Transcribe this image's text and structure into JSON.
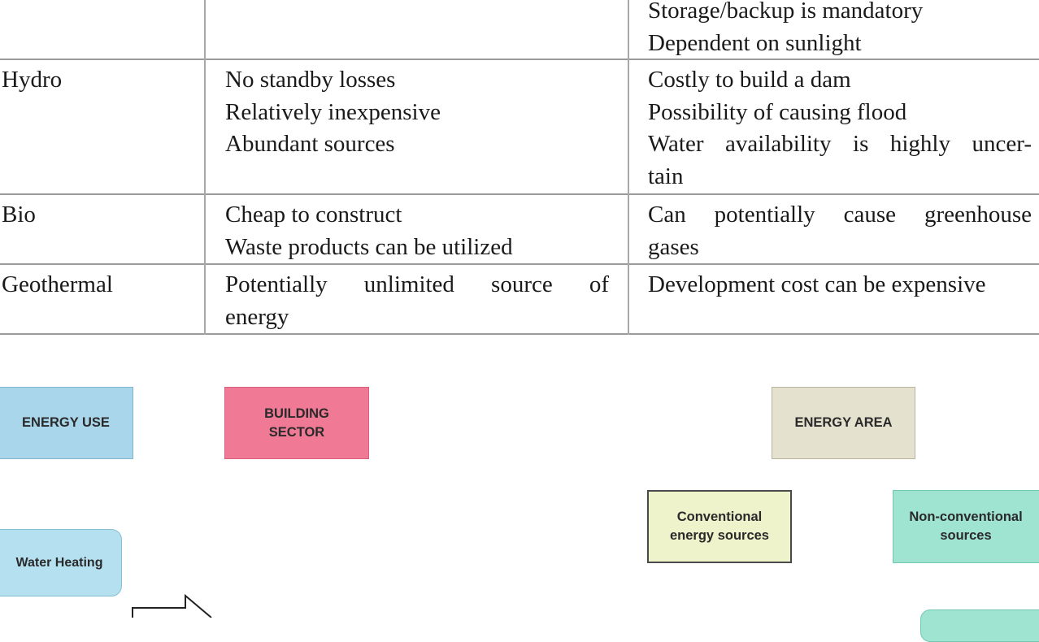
{
  "table": {
    "rows": [
      {
        "source": "",
        "advantages": [],
        "disadvantages": [
          "Storage/backup is mandatory",
          "Dependent on sunlight"
        ]
      },
      {
        "source": "Hydro",
        "advantages": [
          "No standby losses",
          "Relatively inexpensive",
          "Abundant sources"
        ],
        "disadvantages": [
          "Costly to build a dam",
          "Possibility of causing flood",
          "Water availability is highly uncer-",
          "tain"
        ]
      },
      {
        "source": "Bio",
        "advantages": [
          "Cheap to construct",
          "Waste products can be utilized"
        ],
        "disadvantages": [
          "Can potentially cause greenhouse",
          "gases"
        ]
      },
      {
        "source": "Geothermal",
        "advantages": [
          "Potentially unlimited source of",
          "energy"
        ],
        "disadvantages": [
          "Development cost can be expensive"
        ]
      }
    ]
  },
  "diagram": {
    "energy_use": "ENERGY USE",
    "building_sector": [
      "BUILDING",
      "SECTOR"
    ],
    "energy_area": "ENERGY AREA",
    "conventional": [
      "Conventional",
      "energy sources"
    ],
    "non_conventional": [
      "Non-conventional",
      "sources"
    ],
    "water_heating": "Water Heating",
    "colors": {
      "energy_use": "#a9d6eb",
      "building_sector": "#f07a95",
      "energy_area": "#e4e1cf",
      "conventional": "#eef3cc",
      "non_conventional": "#9fe3d1",
      "water_heating": "#b5e0f0"
    }
  }
}
